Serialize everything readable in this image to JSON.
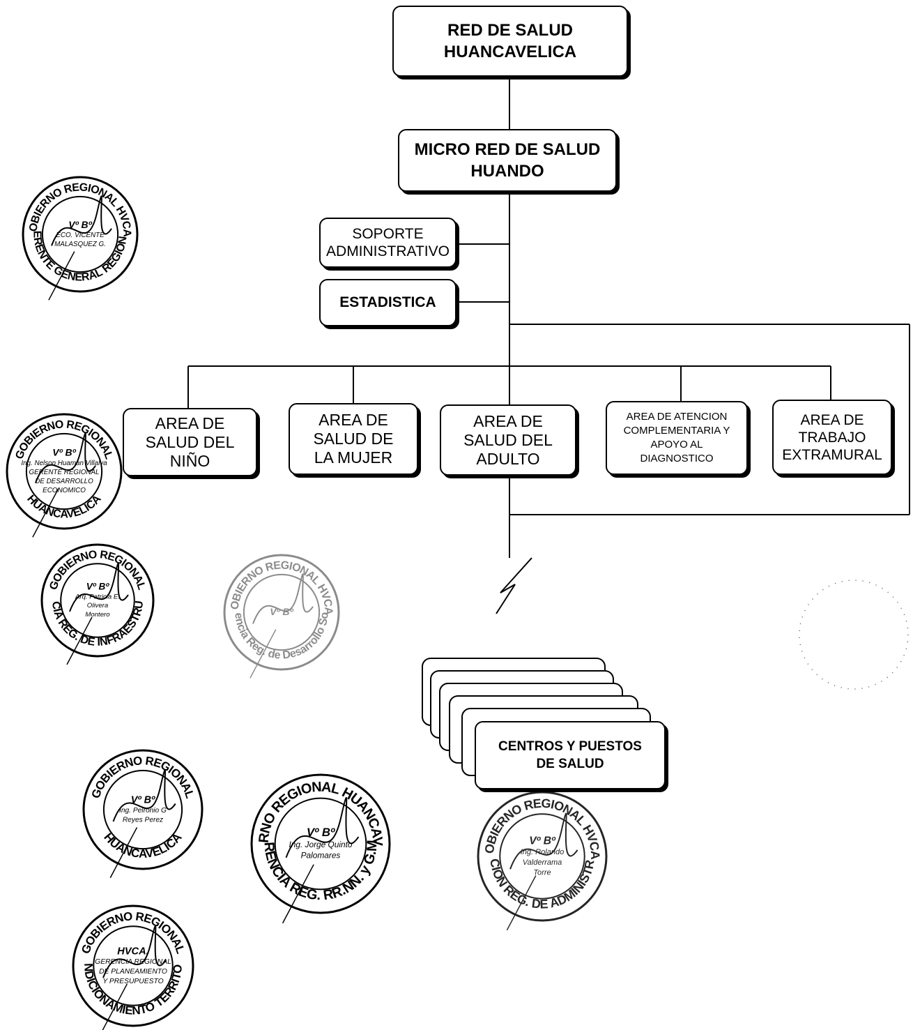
{
  "org_chart": {
    "red_salud": "RED DE SALUD\nHUANCAVELICA",
    "micro_red": "MICRO RED DE SALUD\nHUANDO",
    "soporte": "SOPORTE\nADMINISTRATIVO",
    "estadistica": "ESTADISTICA",
    "areas": [
      "AREA DE\nSALUD DEL\nNIÑO",
      "AREA DE\nSALUD DE\nLA MUJER",
      "AREA DE\nSALUD DEL\nADULTO",
      "AREA DE ATENCION\nCOMPLEMENTARIA Y\nAPOYO AL\nDIAGNOSTICO",
      "AREA DE\nTRABAJO\nEXTRAMURAL"
    ],
    "centros": "CENTROS Y PUESTOS\nDE SALUD"
  },
  "stamps": [
    {
      "top": "GOBIERNO REGIONAL HVCA.",
      "bottom": "GERENTE GENERAL REGIONAL",
      "inner": [
        "Vº Bº",
        "ECO. VICENTE",
        "MALASQUEZ G."
      ]
    },
    {
      "top": "GOBIERNO REGIONAL",
      "bottom": "HUANCAVELICA",
      "inner": [
        "Vº Bº",
        "Ing. Nelson Huaman Villalva",
        "GERENTE REGIONAL",
        "DE DESARROLLO",
        "ECONOMICO"
      ]
    },
    {
      "top": "GOBIERNO REGIONAL",
      "bottom": "GERENCIA REG. DE INFRAESTRUCTURA",
      "inner": [
        "Vº Bº",
        "Arq. Patricia E.",
        "Olivera",
        "Montero"
      ]
    },
    {
      "top": "GOBIERNO REGIONAL HVCA.",
      "bottom": "Gerencia Reg. de Desarrollo Social",
      "inner": [
        "Vº Bº"
      ]
    },
    {
      "top": "GOBIERNO REGIONAL",
      "bottom": "HUANCAVELICA",
      "inner": [
        "Vº Bº",
        "Ing. Pelronio G",
        "Reyes Perez"
      ]
    },
    {
      "top": "GOBIERNO REGIONAL HUANCAVELICA",
      "bottom": "GERENCIA REG. RR.NN. y G.M.A.",
      "inner": [
        "Vº Bº",
        "Ing. Jorge Quinto",
        "Palomares"
      ]
    },
    {
      "top": "GOBIERNO REGIONAL HVCA.",
      "bottom": "DIRECCION REG. DE ADMINISTRACION",
      "inner": [
        "Vº Bº",
        "Ing. Rolando",
        "Valderrama",
        "Torre"
      ]
    },
    {
      "top": "GOBIERNO REGIONAL",
      "bottom": "ACONDICIONAMIENTO TERRITORIAL",
      "inner": [
        "HVCA.",
        "GERENCIA REGIONAL",
        "DE PLANEAMIENTO",
        "Y PRESUPUESTO"
      ]
    }
  ]
}
